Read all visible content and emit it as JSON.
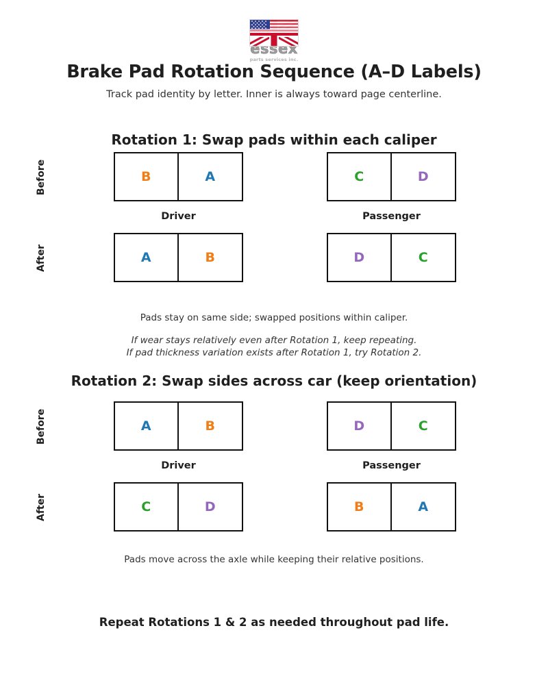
{
  "logo": {
    "wordmark": "essex",
    "tagline": "parts services inc.",
    "flag_icon": "usa-uk-hybrid-flag-icon"
  },
  "header": {
    "title": "Brake Pad Rotation Sequence (A–D Labels)",
    "subtitle": "Track pad identity by letter. Inner is always toward page centerline."
  },
  "pad_colors": {
    "A": "#1f77b4",
    "B": "#f07e18",
    "C": "#2ca02c",
    "D": "#9467bd"
  },
  "labels": {
    "before": "Before",
    "after": "After",
    "driver": "Driver",
    "passenger": "Passenger"
  },
  "rotation1": {
    "title": "Rotation 1: Swap pads within each caliper",
    "before": {
      "driver": [
        "B",
        "A"
      ],
      "passenger": [
        "C",
        "D"
      ]
    },
    "after": {
      "driver": [
        "A",
        "B"
      ],
      "passenger": [
        "D",
        "C"
      ]
    },
    "note": "Pads stay on same side; swapped positions within caliper.",
    "advice_line1": "If wear stays relatively even after Rotation 1, keep repeating.",
    "advice_line2": "If pad thickness variation exists after Rotation 1, try Rotation 2."
  },
  "rotation2": {
    "title": "Rotation 2: Swap sides across car (keep orientation)",
    "before": {
      "driver": [
        "A",
        "B"
      ],
      "passenger": [
        "D",
        "C"
      ]
    },
    "after": {
      "driver": [
        "C",
        "D"
      ],
      "passenger": [
        "B",
        "A"
      ]
    },
    "note": "Pads move across the axle while keeping their relative positions."
  },
  "footer": {
    "text": "Repeat Rotations 1 & 2 as needed throughout pad life."
  }
}
